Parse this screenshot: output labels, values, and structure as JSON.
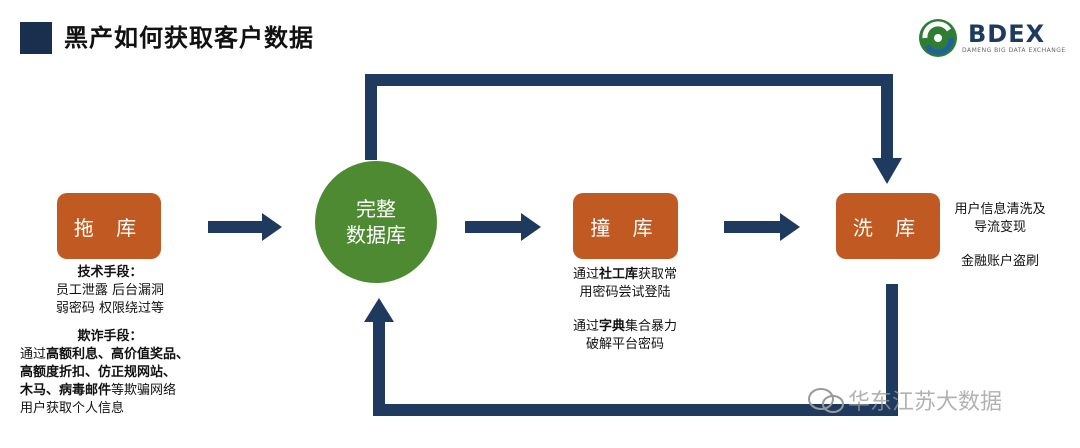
{
  "title": "黑产如何获取客户数据",
  "logo": {
    "name": "BDEX",
    "sub": "DAMENG BIG DATA EXCHANGE"
  },
  "nodes": {
    "tuoku": "拖 库",
    "db_line1": "完整",
    "db_line2": "数据库",
    "zhuangku": "撞 库",
    "xiku": "洗 库"
  },
  "tuoku_notes": {
    "tech_heading": "技术手段：",
    "tech_line1": "员工泄露  后台漏洞",
    "tech_line2": "弱密码  权限绕过等",
    "fraud_heading": "欺诈手段：",
    "fraud_p1": "通过",
    "fraud_b1": "高额利息、高价值奖品、",
    "fraud_b2": "高额度折扣、仿正规网站、",
    "fraud_b3": "木马、病毒邮件",
    "fraud_p2": "等欺骗网络",
    "fraud_p3": "用户获取个人信息"
  },
  "zhuangku_notes": {
    "n1_a": "通过",
    "n1_b": "社工库",
    "n1_c": "获取常",
    "n1_d": "用密码尝试登陆",
    "n2_a": "通过",
    "n2_b": "字典",
    "n2_c": "集合暴力",
    "n2_d": "破解平台密码"
  },
  "xiku_notes": {
    "line1": "用户信息清洗及",
    "line2": "导流变现",
    "line3": "金融账户盗刷"
  },
  "watermark": "华东江苏大数据",
  "colors": {
    "node": "#c15a22",
    "database": "#4e8a31",
    "arrow": "#1e3a5f",
    "title_block": "#1a2f4e"
  }
}
